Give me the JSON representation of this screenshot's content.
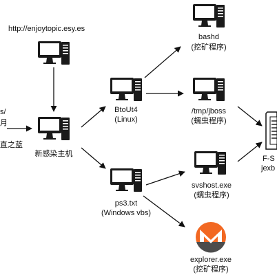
{
  "source_url": "http://enjoytopic.esy.es",
  "left_cut": {
    "line1": "s/",
    "line2": "月",
    "line3": "直之蓝"
  },
  "nodes": {
    "new_host": {
      "label": "新感染主机"
    },
    "btout4": {
      "name": "BtoUt4",
      "sub": "(Linux)"
    },
    "ps3": {
      "name": "ps3.txt",
      "sub": "(Windows vbs)"
    },
    "bashd": {
      "name": "bashd",
      "sub": "(挖矿程序)"
    },
    "jboss": {
      "name": "/tmp/jboss",
      "sub": "(蠕虫程序)"
    },
    "svshost": {
      "name": "svshost.exe",
      "sub": "(蠕虫程序)"
    },
    "explorer": {
      "name": "explorer.exe",
      "sub": "(挖矿程序)"
    }
  },
  "right_cut": {
    "line1": "F-S",
    "line2": "jexb"
  },
  "icons": {
    "computer": "desktop-computer-icon",
    "document": "document-file-icon",
    "monero": "monero-logo-icon"
  },
  "colors": {
    "monero_orange": "#F26822",
    "monero_dark": "#4C4C4C",
    "pc_dark": "#1a1a1a"
  }
}
